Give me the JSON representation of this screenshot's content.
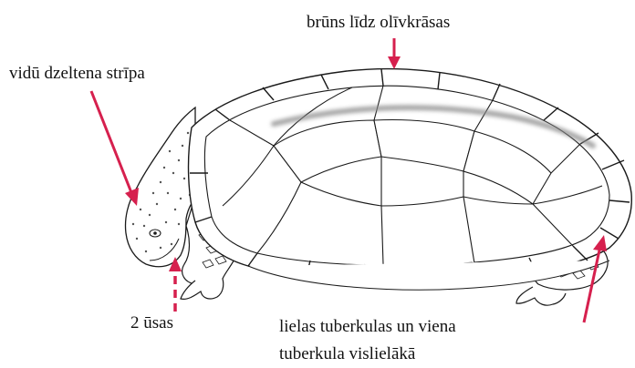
{
  "labels": {
    "shell_color": "brūns līdz olīvkrāsas",
    "head_stripe": "vidū dzeltena strīpa",
    "barbels": "2 ūsas",
    "tubercles_line1": "lielas tuberkulas un viena",
    "tubercles_line2": "tuberkula vislielākā"
  },
  "colors": {
    "arrow": "#d6204e",
    "outline": "#1a1a1a",
    "background": "#ffffff",
    "shade": "#8a8a8a"
  }
}
